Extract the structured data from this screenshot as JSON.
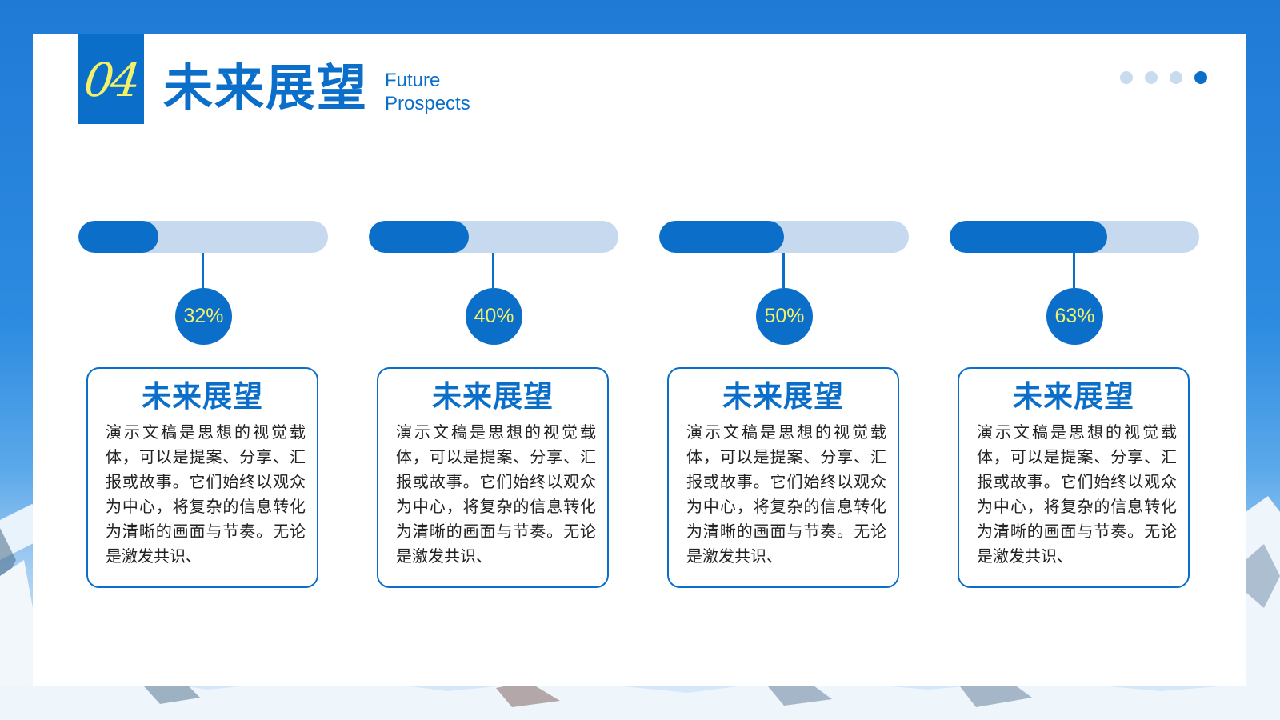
{
  "header": {
    "section_number": "04",
    "title": "未来展望",
    "subtitle_line1": "Future",
    "subtitle_line2": "Prospects"
  },
  "pagination": {
    "total": 4,
    "active_index": 3
  },
  "colors": {
    "primary": "#0b6fc9",
    "accent": "#f3f06a",
    "track": "#c6d9ee",
    "inactive_dot": "#c9dbee"
  },
  "items": [
    {
      "percent_label": "32%",
      "progress": 0.32,
      "title": "未来展望",
      "body": "演示文稿是思想的视觉载体，可以是提案、分享、汇报或故事。它们始终以观众为中心，将复杂的信息转化为清晰的画面与节奏。无论是激发共识、"
    },
    {
      "percent_label": "40%",
      "progress": 0.4,
      "title": "未来展望",
      "body": "演示文稿是思想的视觉载体，可以是提案、分享、汇报或故事。它们始终以观众为中心，将复杂的信息转化为清晰的画面与节奏。无论是激发共识、"
    },
    {
      "percent_label": "50%",
      "progress": 0.5,
      "title": "未来展望",
      "body": "演示文稿是思想的视觉载体，可以是提案、分享、汇报或故事。它们始终以观众为中心，将复杂的信息转化为清晰的画面与节奏。无论是激发共识、"
    },
    {
      "percent_label": "63%",
      "progress": 0.63,
      "title": "未来展望",
      "body": "演示文稿是思想的视觉载体，可以是提案、分享、汇报或故事。它们始终以观众为中心，将复杂的信息转化为清晰的画面与节奏。无论是激发共识、"
    }
  ]
}
